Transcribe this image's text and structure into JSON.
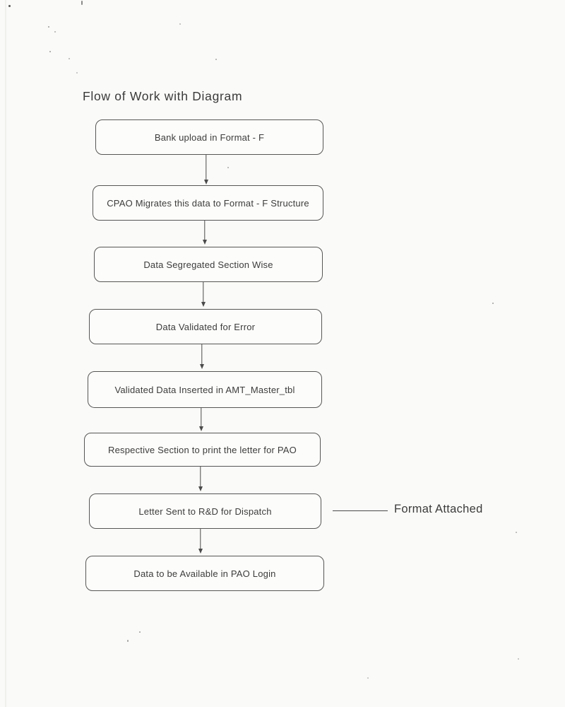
{
  "page": {
    "title": "Flow of Work with Diagram"
  },
  "flowchart": {
    "steps": [
      {
        "label": "Bank upload in Format - F"
      },
      {
        "label": "CPAO Migrates this data to Format - F Structure"
      },
      {
        "label": "Data Segregated Section Wise"
      },
      {
        "label": "Data Validated for Error"
      },
      {
        "label": "Validated Data Inserted in AMT_Master_tbl"
      },
      {
        "label": "Respective Section to print the letter for PAO"
      },
      {
        "label": "Letter Sent to R&D for Dispatch"
      },
      {
        "label": "Data to be Available in PAO Login"
      }
    ],
    "annotation": {
      "label": "Format Attached"
    }
  },
  "colors": {
    "paper": "#fafaf8",
    "ink": "#3c3c3c",
    "box_border": "#565656",
    "arrow": "#4a4a4a"
  }
}
